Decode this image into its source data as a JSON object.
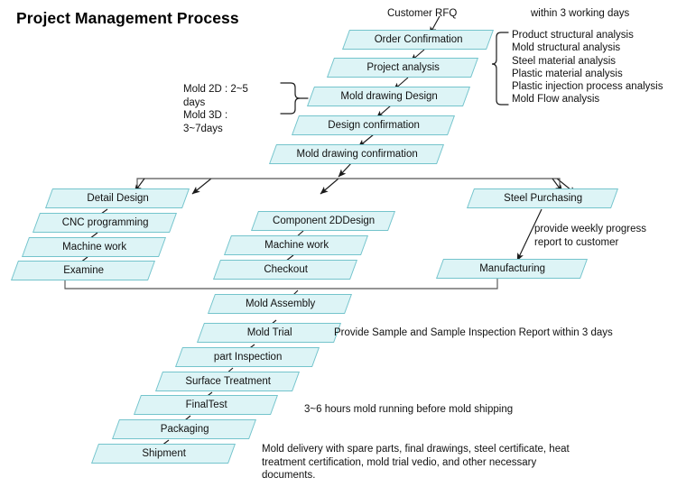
{
  "title": "Project Management Process",
  "top_notes": {
    "customer_rfq": "Customer RFQ",
    "within_days": "within 3 working days"
  },
  "analysis_brace_items": "Product structural analysis\nMold structural analysis\nSteel material analysis\nPlastic material analysis\nPlastic injection process analysis\nMold Flow analysis",
  "mold_time_note": "Mold 2D : 2~5\ndays\nMold 3D :\n3~7days",
  "branch_notes": {
    "weekly_report": "provide weekly progress\nreport to customer",
    "sample_report": "Provide Sample and Sample Inspection Report within 3 days",
    "mold_running": "3~6 hours mold running before mold shipping",
    "delivery": "Mold delivery with spare parts, final drawings, steel certificate, heat treatment certification, mold trial vedio,  and other necessary documents."
  },
  "main_flow": [
    {
      "label": "Order Confirmation"
    },
    {
      "label": "Project analysis"
    },
    {
      "label": "Mold drawing Design"
    },
    {
      "label": "Design confirmation"
    },
    {
      "label": "Mold drawing confirmation"
    }
  ],
  "left_branch": [
    {
      "label": "Detail Design"
    },
    {
      "label": "CNC programming"
    },
    {
      "label": "Machine work"
    },
    {
      "label": "Examine"
    }
  ],
  "mid_branch": [
    {
      "label": "Component 2DDesign"
    },
    {
      "label": "Machine work"
    },
    {
      "label": "Checkout"
    }
  ],
  "right_branch": [
    {
      "label": "Steel Purchasing"
    },
    {
      "label": "Manufacturing"
    }
  ],
  "bottom_flow": [
    {
      "label": "Mold Assembly"
    },
    {
      "label": "Mold Trial"
    },
    {
      "label": "part Inspection"
    },
    {
      "label": "Surface Treatment"
    },
    {
      "label": "FinalTest"
    },
    {
      "label": "Packaging"
    },
    {
      "label": "Shipment"
    }
  ],
  "colors": {
    "node_fill": "#ddf4f6",
    "node_border": "#74c4cc",
    "line": "#1a1a1a",
    "text": "#111111"
  }
}
